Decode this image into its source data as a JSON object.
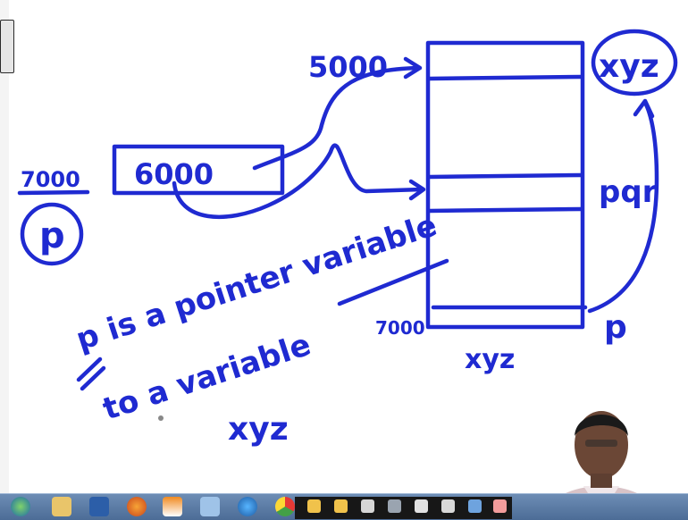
{
  "whiteboard": {
    "address_5000": "5000",
    "value_6000": "6000",
    "address_7000": "7000",
    "address_7000_lower": "7000",
    "p_label_circle": "p",
    "p_label_right": "p",
    "pqr_label": "pqr",
    "xyz_circle": "xyz",
    "xyz_under_box": "xyz",
    "explanation_line1": "p is a pointer variable",
    "explanation_line2": "to a variable",
    "explanation_line3": "xyz"
  },
  "taskbar": {
    "icons": [
      "start-icon",
      "explorer-icon",
      "media-player-icon",
      "firefox-icon",
      "vlc-icon",
      "paint-icon",
      "ie-icon",
      "chrome-icon"
    ]
  },
  "media_bar": {
    "icons": [
      "play-icon",
      "folder-icon",
      "folder-open-icon",
      "settings-icon",
      "pen-icon",
      "image-icon",
      "presenter-icon",
      "pencil-icon"
    ]
  },
  "colors": {
    "ink": "#1f2ad1",
    "whiteboard": "#ffffff",
    "taskbar": "#5a7ba6"
  }
}
